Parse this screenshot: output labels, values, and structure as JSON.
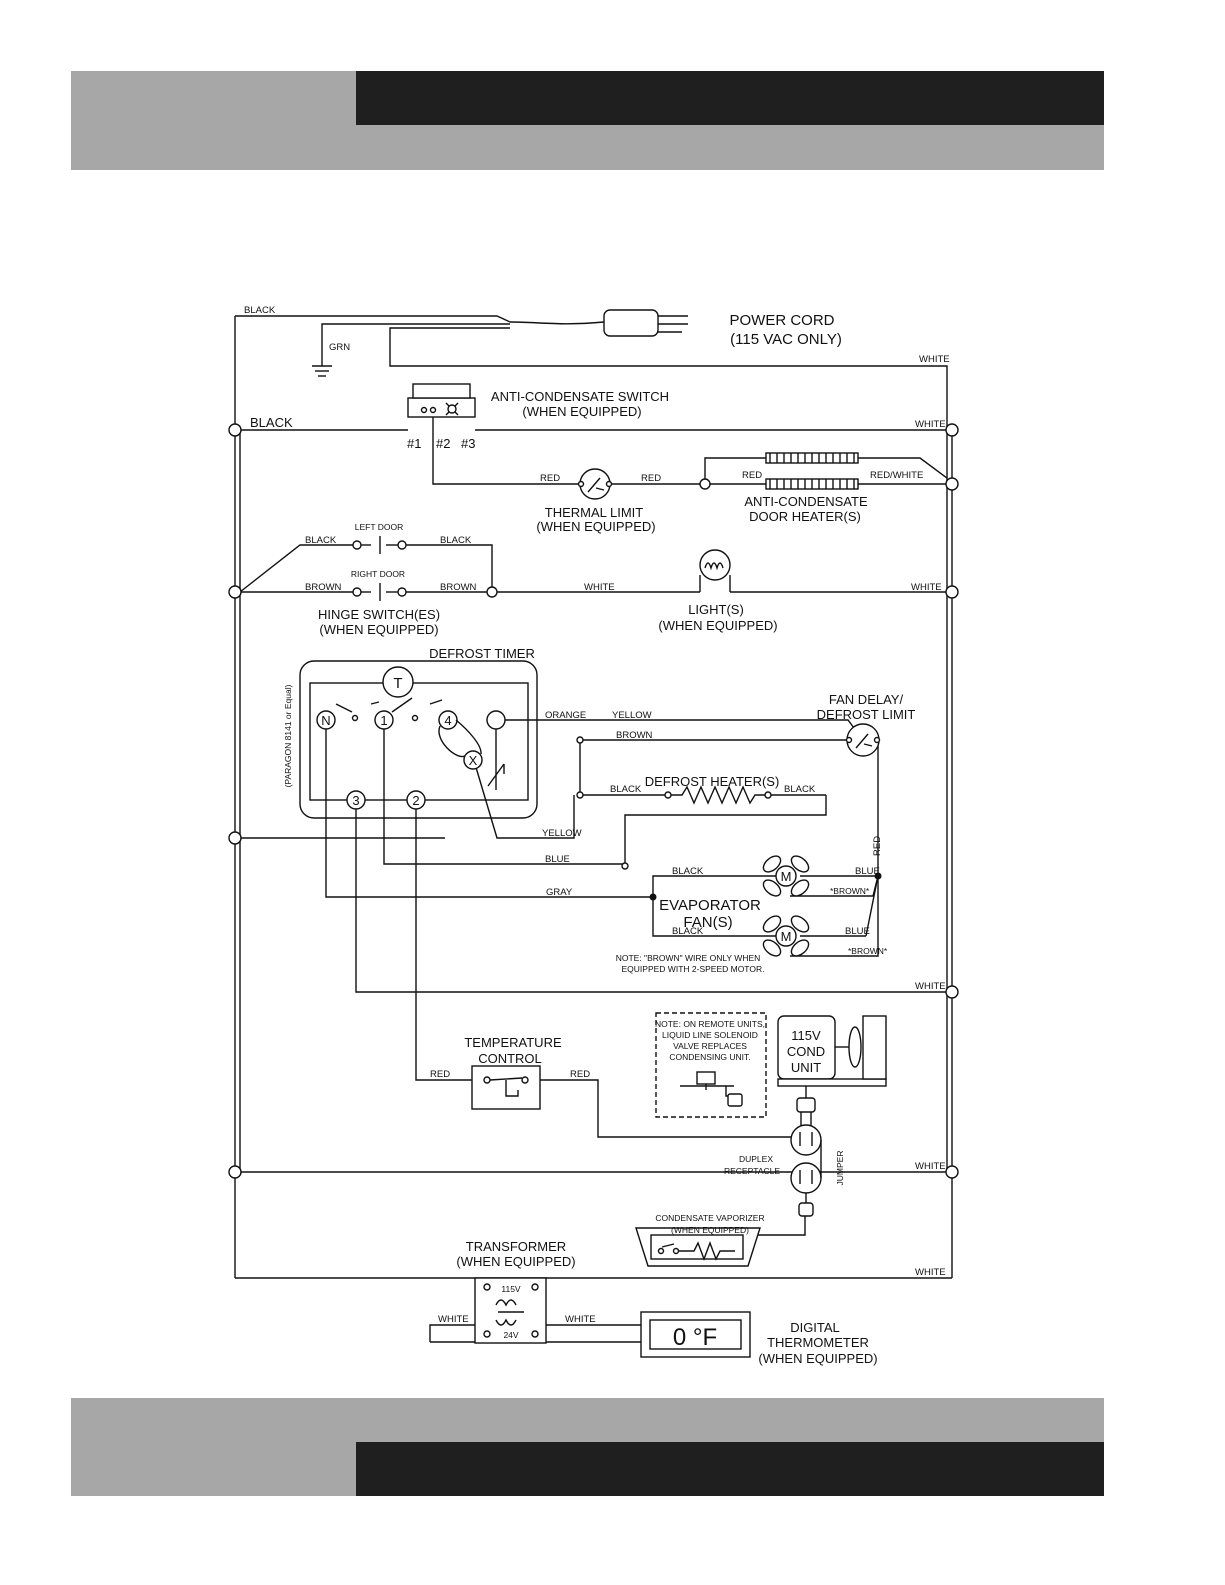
{
  "header": {},
  "footer": {},
  "labels": {
    "power_cord": "POWER CORD",
    "power_cord_sub": "(115 VAC ONLY)",
    "anti_switch": "ANTI-CONDENSATE SWITCH",
    "when_equipped": "(WHEN EQUIPPED)",
    "sw1": "#1",
    "sw2": "#2",
    "sw3": "#3",
    "thermal_limit": "THERMAL LIMIT",
    "anti_heater": "ANTI-CONDENSATE",
    "door_heaters": "DOOR HEATER(S)",
    "left_door": "LEFT DOOR",
    "right_door": "RIGHT DOOR",
    "hinge_switches": "HINGE SWITCH(ES)",
    "lights": "LIGHT(S)",
    "defrost_timer": "DEFROST TIMER",
    "paragon": "(PARAGON 8141 or Equal)",
    "term_t": "T",
    "term_n": "N",
    "term_1": "1",
    "term_4": "4",
    "term_x": "X",
    "term_3": "3",
    "term_2": "2",
    "fan_delay": "FAN DELAY/",
    "defrost_limit": "DEFROST LIMIT",
    "defrost_heater": "DEFROST HEATER(S)",
    "evaporator": "EVAPORATOR",
    "fans": "FAN(S)",
    "motor": "M",
    "note_brown_1": "NOTE:  \"BROWN\"  WIRE ONLY WHEN",
    "note_brown_2": "EQUIPPED WITH 2-SPEED MOTOR.",
    "note_remote_1": "NOTE: ON REMOTE UNITS,",
    "note_remote_2": "LIQUID LINE SOLENOID",
    "note_remote_3": "VALVE REPLACES",
    "note_remote_4": "CONDENSING UNIT.",
    "cond_unit_1": "115V",
    "cond_unit_2": "COND",
    "cond_unit_3": "UNIT",
    "temp_control_1": "TEMPERATURE",
    "temp_control_2": "CONTROL",
    "duplex_1": "DUPLEX",
    "duplex_2": "RECEPTACLE",
    "jumper": "JUMPER",
    "vaporizer": "CONDENSATE VAPORIZER",
    "transformer": "TRANSFORMER",
    "v115": "115V",
    "v24": "24V",
    "thermo_display": "0 °F",
    "digital": "DIGITAL",
    "thermometer": "THERMOMETER"
  },
  "wires": {
    "black": "BLACK",
    "grn": "GRN",
    "white": "WHITE",
    "red": "RED",
    "red_white": "RED/WHITE",
    "brown": "BROWN",
    "orange": "ORANGE",
    "yellow": "YELLOW",
    "blue": "BLUE",
    "gray": "GRAY",
    "brown_star": "*BROWN*"
  },
  "colors": {
    "band_gray": "#a7a7a7",
    "band_dark": "#1f1f1f",
    "ink": "#111111"
  }
}
